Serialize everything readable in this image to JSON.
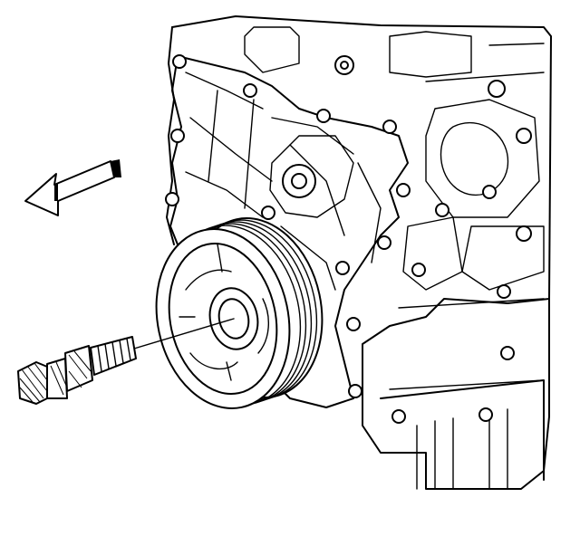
{
  "figure": {
    "parts": [
      {
        "name": "engine-block-front"
      },
      {
        "name": "front-cover"
      },
      {
        "name": "oil-pan"
      },
      {
        "name": "crankshaft-balancer"
      },
      {
        "name": "balancer-bolt"
      },
      {
        "name": "removal-direction-arrow"
      }
    ],
    "colors": {
      "line": "#000000",
      "background": "#ffffff"
    }
  }
}
